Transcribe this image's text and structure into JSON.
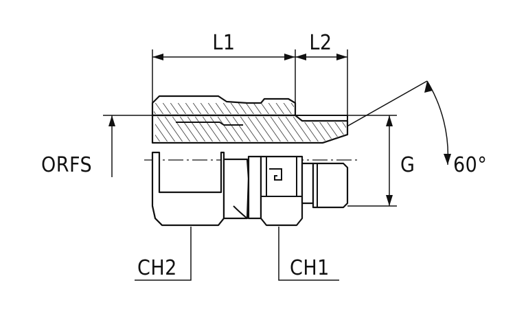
{
  "diagram": {
    "labels": {
      "l1": "L1",
      "l2": "L2",
      "orfs": "ORFS",
      "g": "G",
      "angle": "60°",
      "ch2": "CH2",
      "ch1": "CH1"
    }
  }
}
